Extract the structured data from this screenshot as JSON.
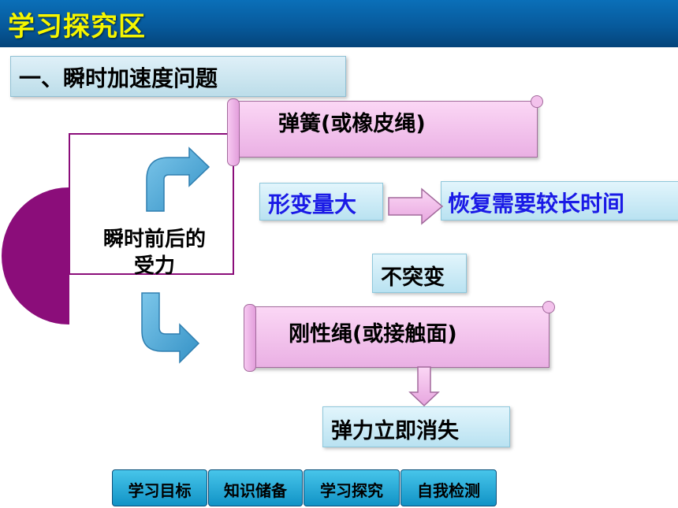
{
  "header": {
    "title": "学习探究区"
  },
  "section": {
    "title": "一、瞬时加速度问题"
  },
  "center": {
    "label_line1": "瞬时前后的",
    "label_line2": "受力"
  },
  "spring": {
    "title": "弹簧(或橡皮绳)",
    "left_box": "形变量大",
    "right_box": "恢复需要较长时间",
    "result": "不突变"
  },
  "rigid": {
    "title": "刚性绳(或接触面)",
    "result": "弹力立即消失"
  },
  "nav": {
    "items": [
      "学习目标",
      "知识储备",
      "学习探究",
      "自我检测"
    ]
  },
  "colors": {
    "header_bg": "#075a9c",
    "header_text": "#f6f600",
    "accent_purple": "#8b0d7a",
    "scroll_pink": "#eab0e4",
    "box_blue": "#b9e2f1",
    "arrow_blue": "#4aa8d8",
    "nav_cyan": "#2bb3de"
  }
}
